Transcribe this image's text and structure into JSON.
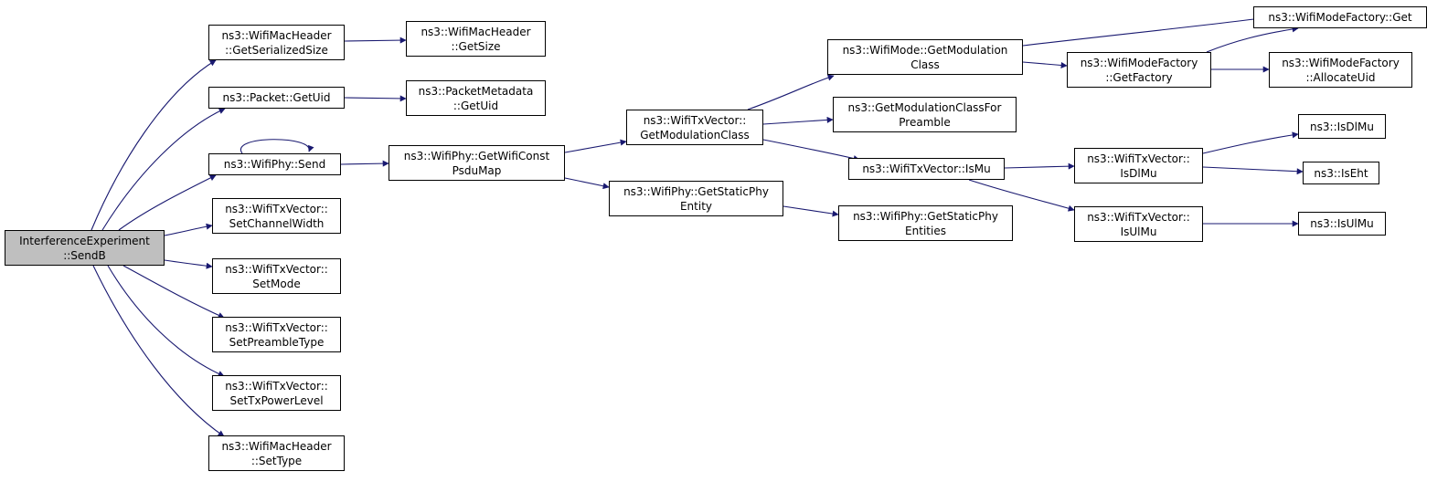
{
  "colors": {
    "edge": "#191970",
    "root_fill": "#bfbfbf",
    "node_fill": "#ffffff",
    "border": "#000000"
  },
  "nodes": {
    "root": [
      "InterferenceExperiment",
      "::SendB"
    ],
    "mac_serialized": [
      "ns3::WifiMacHeader",
      "::GetSerializedSize"
    ],
    "mac_getsize": [
      "ns3::WifiMacHeader",
      "::GetSize"
    ],
    "packet_uid": [
      "ns3::Packet::GetUid"
    ],
    "metadata_uid": [
      "ns3::PacketMetadata",
      "::GetUid"
    ],
    "phy_send": [
      "ns3::WifiPhy::Send"
    ],
    "const_psdu": [
      "ns3::WifiPhy::GetWifiConst",
      "PsduMap"
    ],
    "set_channel": [
      "ns3::WifiTxVector::",
      "SetChannelWidth"
    ],
    "set_mode": [
      "ns3::WifiTxVector::",
      "SetMode"
    ],
    "set_preamble": [
      "ns3::WifiTxVector::",
      "SetPreambleType"
    ],
    "set_txpower": [
      "ns3::WifiTxVector::",
      "SetTxPowerLevel"
    ],
    "mac_settype": [
      "ns3::WifiMacHeader",
      "::SetType"
    ],
    "txv_modclass": [
      "ns3::WifiTxVector::",
      "GetModulationClass"
    ],
    "static_entity": [
      "ns3::WifiPhy::GetStaticPhy",
      "Entity"
    ],
    "mode_modclass": [
      "ns3::WifiMode::GetModulation",
      "Class"
    ],
    "modclass_preamble": [
      "ns3::GetModulationClassFor",
      "Preamble"
    ],
    "txv_ismu": [
      "ns3::WifiTxVector::IsMu"
    ],
    "static_entities": [
      "ns3::WifiPhy::GetStaticPhy",
      "Entities"
    ],
    "factory_get": [
      "ns3::WifiModeFactory::Get"
    ],
    "factory_getfactory": [
      "ns3::WifiModeFactory",
      "::GetFactory"
    ],
    "factory_alloc": [
      "ns3::WifiModeFactory",
      "::AllocateUid"
    ],
    "txv_isdlmu": [
      "ns3::WifiTxVector::",
      "IsDlMu"
    ],
    "txv_isulmu": [
      "ns3::WifiTxVector::",
      "IsUlMu"
    ],
    "isdlmu": [
      "ns3::IsDlMu"
    ],
    "iseht": [
      "ns3::IsEht"
    ],
    "isulmu": [
      "ns3::IsUlMu"
    ]
  }
}
